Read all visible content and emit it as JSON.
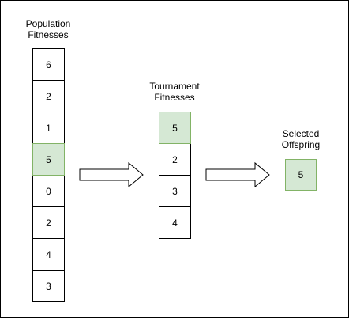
{
  "population": {
    "title_line1": "Population",
    "title_line2": "Fitnesses",
    "cells": [
      "6",
      "2",
      "1",
      "5",
      "0",
      "2",
      "4",
      "3"
    ],
    "highlighted_index": 3
  },
  "tournament": {
    "title_line1": "Tournament",
    "title_line2": "Fitnesses",
    "cells": [
      "5",
      "2",
      "3",
      "4"
    ],
    "highlighted_index": 0
  },
  "offspring": {
    "title_line1": "Selected",
    "title_line2": "Offspring",
    "value": "5"
  },
  "colors": {
    "highlight_fill": "#d5e8d4",
    "highlight_border": "#82b366",
    "border": "#000000"
  }
}
